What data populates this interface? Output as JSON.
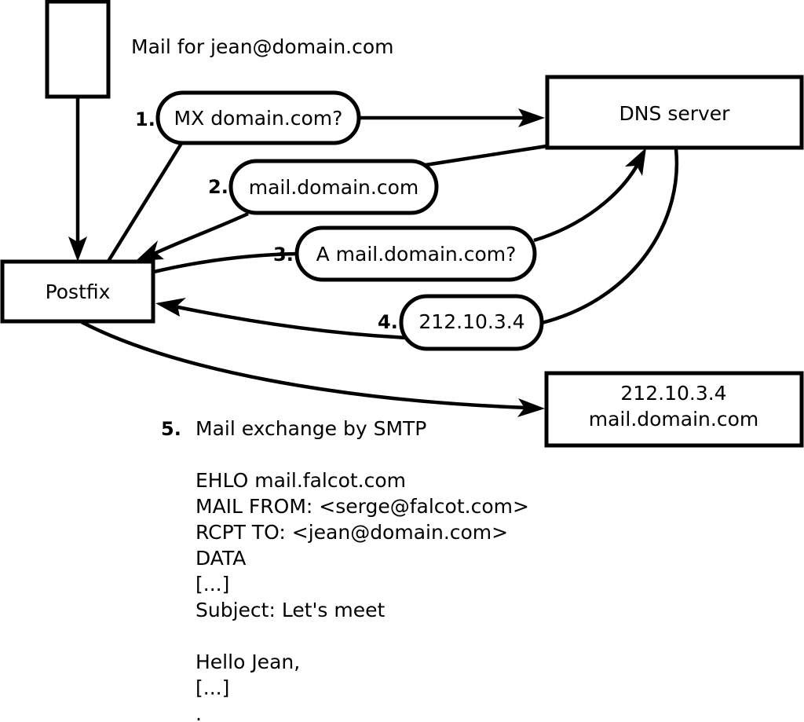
{
  "diagram": {
    "title": "Mail for jean@domain.com",
    "nodes": [
      {
        "id": "client",
        "label": ""
      },
      {
        "id": "postfix",
        "label": "Postfix"
      },
      {
        "id": "dns",
        "label": "DNS server"
      },
      {
        "id": "mailserver",
        "line1": "212.10.3.4",
        "line2": "mail.domain.com"
      }
    ],
    "steps": [
      {
        "number": "1.",
        "label": "MX domain.com?"
      },
      {
        "number": "2.",
        "label": "mail.domain.com"
      },
      {
        "number": "3.",
        "label": "A mail.domain.com?"
      },
      {
        "number": "4.",
        "label": "212.10.3.4"
      }
    ],
    "step5": {
      "number": "5.",
      "label": "Mail exchange by SMTP"
    },
    "smtp_transcript": [
      "EHLO mail.falcot.com",
      "MAIL FROM: <serge@falcot.com>",
      "RCPT TO: <jean@domain.com>",
      "DATA",
      "[...]",
      "Subject: Let's meet",
      "",
      "Hello Jean,",
      "[...]",
      "."
    ],
    "colors": {
      "stroke": "#000000",
      "fill": "#ffffff",
      "text": "#000000"
    }
  }
}
